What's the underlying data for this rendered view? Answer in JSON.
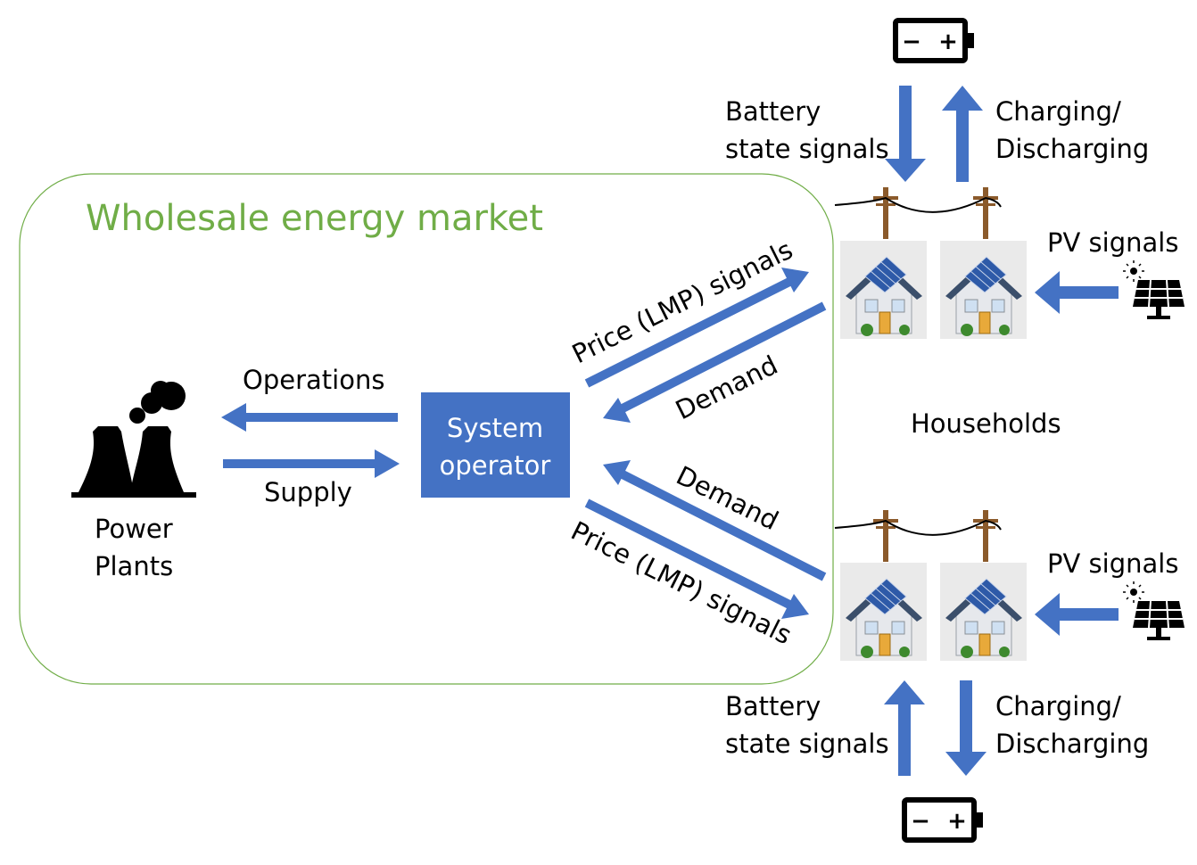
{
  "colors": {
    "arrow": "#4472C4",
    "market_border": "#70AD47",
    "market_title": "#70AD47",
    "system_operator_fill": "#4472C4",
    "roof": "#3B4F6B",
    "solar_panel": "#2E5AA8",
    "house_wall": "#E6E8EC",
    "house_bg_gray": "#EAEAEA",
    "house_bg_green": "#E2EFDA",
    "door": "#E8A93A",
    "bush": "#3E8A2E",
    "pole": "#8B5A2B"
  },
  "market": {
    "title": "Wholesale energy market"
  },
  "power_plants": {
    "label_line1": "Power",
    "label_line2": "Plants",
    "icon": "power-plant-icon"
  },
  "system_operator": {
    "line1": "System",
    "line2": "operator"
  },
  "flows": {
    "operations": "Operations",
    "supply": "Supply",
    "price_top": "Price (LMP) signals",
    "demand_top": "Demand",
    "demand_bottom": "Demand",
    "price_bottom": "Price (LMP) signals"
  },
  "households": {
    "label": "Households"
  },
  "battery_top": {
    "signals_line1": "Battery",
    "signals_line2": "state signals",
    "charging_line1": "Charging/",
    "charging_line2": "Discharging",
    "icon": "battery-icon",
    "minus": "−",
    "plus": "+"
  },
  "battery_bottom": {
    "signals_line1": "Battery",
    "signals_line2": "state signals",
    "charging_line1": "Charging/",
    "charging_line2": "Discharging",
    "icon": "battery-icon",
    "minus": "−",
    "plus": "+"
  },
  "pv_top": {
    "label": "PV signals",
    "icon": "solar-panel-icon"
  },
  "pv_bottom": {
    "label": "PV signals",
    "icon": "solar-panel-icon"
  }
}
